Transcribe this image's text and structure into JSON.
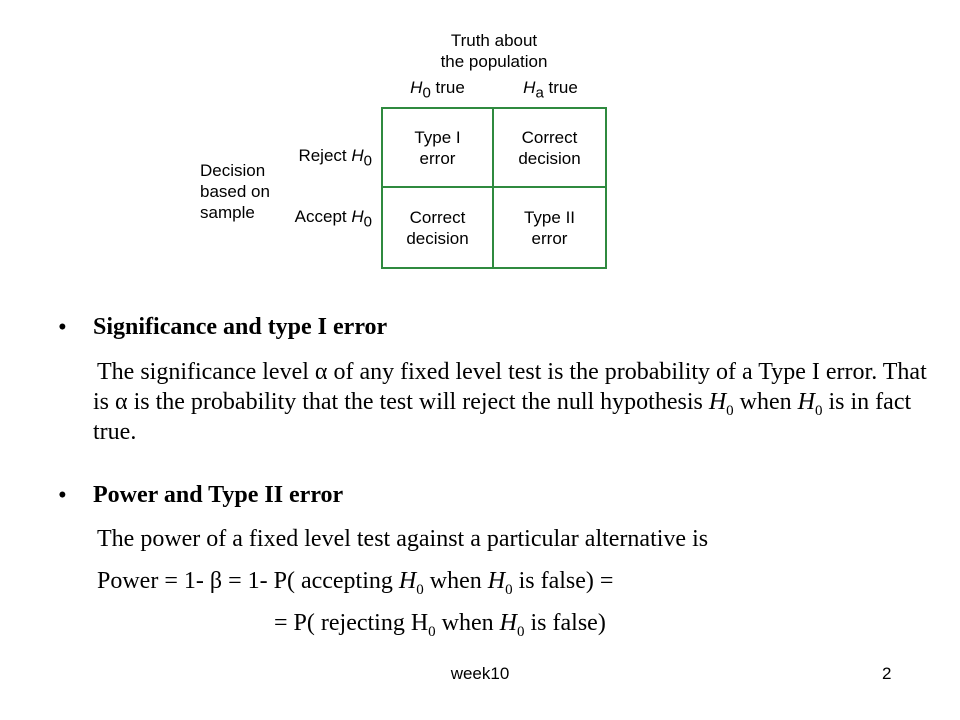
{
  "table": {
    "truth_line1": "Truth about",
    "truth_line2": "the population",
    "col_h0": "H",
    "col_h0_sub": "0",
    "col_h0_suffix": " true",
    "col_ha": "H",
    "col_ha_sub": "a",
    "col_ha_suffix": " true",
    "row_reject_prefix": "Reject ",
    "row_reject_h": "H",
    "row_reject_sub": "0",
    "row_accept_prefix": "Accept ",
    "row_accept_h": "H",
    "row_accept_sub": "0",
    "decision_line1": "Decision",
    "decision_line2": "based on",
    "decision_line3": "sample",
    "cell_11_line1": "Type I",
    "cell_11_line2": "error",
    "cell_12_line1": "Correct",
    "cell_12_line2": "decision",
    "cell_21_line1": "Correct",
    "cell_21_line2": "decision",
    "cell_22_line1": "Type II",
    "cell_22_line2": "error"
  },
  "section1": {
    "bullet": "•",
    "heading": "Significance and type I error",
    "p1": "The significance level ",
    "alpha": "α",
    "p2": " of any fixed level test is the probability of a Type I error. That is ",
    "alpha2": "α",
    "p3": " is the probability that the test will reject the null hypothesis ",
    "h": "H",
    "sub": "0",
    "p4": " when ",
    "h2": "H",
    "sub2": "0",
    "p5": " is in fact true."
  },
  "section2": {
    "bullet": "•",
    "heading": "Power and Type II error",
    "line1": "The power of a fixed level test against a particular alternative is",
    "line2_a": "Power = 1- ",
    "beta": "β",
    "line2_b": " = 1- P( accepting ",
    "h": "H",
    "sub": "0",
    "line2_c": " when ",
    "h2": "H",
    "sub2": "0",
    "line2_d": " is false) =",
    "line3_a": "= P( rejecting H",
    "sub3": "0",
    "line3_b": " when ",
    "h3": "H",
    "sub4": "0",
    "line3_c": " is false)"
  },
  "footer": {
    "label": "week10",
    "page": "2"
  }
}
